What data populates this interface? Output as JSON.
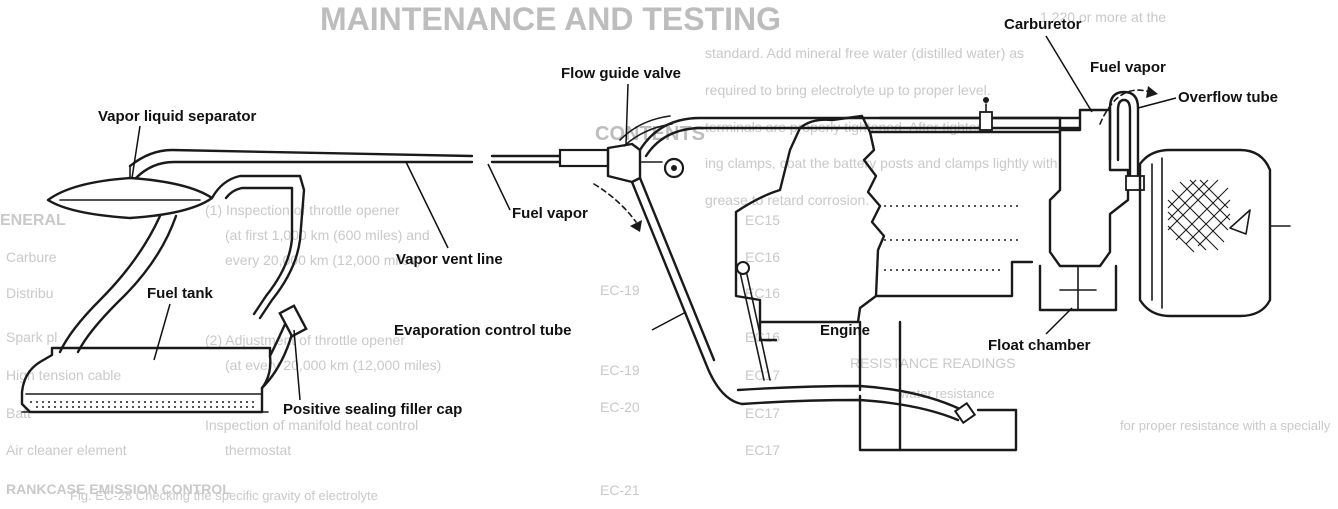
{
  "diagram": {
    "labels": {
      "vapor_liquid_separator": "Vapor liquid separator",
      "fuel_tank": "Fuel tank",
      "positive_sealing_filler_cap": "Positive sealing filler cap",
      "fuel_vapor_left": "Fuel vapor",
      "vapor_vent_line": "Vapor vent line",
      "evaporation_control_tube": "Evaporation control tube",
      "flow_guide_valve": "Flow guide valve",
      "carburetor": "Carburetor",
      "fuel_vapor_right": "Fuel vapor",
      "overflow_tube": "Overflow  tube",
      "engine": "Engine",
      "float_chamber": "Float chamber"
    },
    "background_text": {
      "heading": "MAINTENANCE AND TESTING",
      "contents": "CONTENTS",
      "general": "ENERAL",
      "toc_items": [
        "Carbure",
        "Distribu",
        "Spark pl",
        "High tension cable",
        "Batt",
        "Air cleaner element",
        "RANKCASE EMISSION CONTROL"
      ],
      "toc_pages": [
        "EC15",
        "EC16",
        "EC16",
        "EC16",
        "EC17",
        "EC17",
        "EC17"
      ],
      "mid_column": [
        "(1) Inspection of throttle opener",
        "(at first 1,000 km (600 miles) and",
        "every 20,000 km (12,000 miles)",
        "(2) Adjustment of throttle opener",
        "(at every 20,000 km (12,000 miles)",
        "Inspection of manifold heat control",
        "thermostat"
      ],
      "mid_pages": [
        "EC-19",
        "EC-19",
        "EC-20",
        "EC-21"
      ],
      "right_column": [
        "1.220 or more at the",
        "standard. Add mineral free water (distilled water) as",
        "required to bring electrolyte up to proper level.",
        "terminals are properly tightened. After tighten-",
        "ing clamps, coat the battery posts and clamps lightly with",
        "grease to retard corrosion.",
        "RESISTANCE READINGS",
        "water resistance",
        "for proper resistance with a specially"
      ],
      "caption": "Fig. EC-28  Checking the specific gravity of electrolyte"
    }
  }
}
